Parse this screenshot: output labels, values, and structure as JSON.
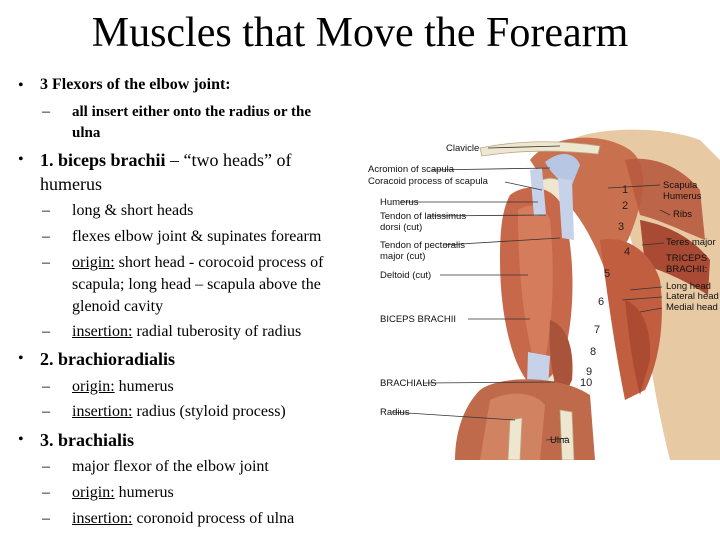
{
  "title": "Muscles that Move the Forearm",
  "bullets": {
    "b1": "3 Flexors of the elbow joint:",
    "b1_sub": [
      "all insert either onto the radius or the",
      "ulna"
    ],
    "b2_bold": "1. biceps brachii",
    "b2_rest_1": " – “two heads” of",
    "b2_rest_2": "humerus",
    "b2_sub1": "long & short heads",
    "b2_sub2": "flexes elbow joint & supinates forearm",
    "b2_sub3_u": "origin:",
    "b2_sub3_rest": " short head - corocoid process of",
    "b2_sub3_l2": "scapula; long head – scapula above the",
    "b2_sub3_l3": "glenoid cavity",
    "b2_sub4_u": "insertion:",
    "b2_sub4_rest": " radial tuberosity of radius",
    "b3": "2. brachioradialis",
    "b3_sub1_u": "origin:",
    "b3_sub1_rest": " humerus",
    "b3_sub2_u": "insertion:",
    "b3_sub2_rest": " radius (styloid process)",
    "b4": "3. brachialis",
    "b4_sub1": "major flexor of the elbow joint",
    "b4_sub2_u": "origin:",
    "b4_sub2_rest": " humerus",
    "b4_sub3_u": "insertion:",
    "b4_sub3_rest": " coronoid process of ulna",
    "bullet_glyph": "•",
    "dash_glyph": "–"
  },
  "figure": {
    "labels_left": {
      "clavicle": "Clavicle",
      "acromion": "Acromion of scapula",
      "coracoid": "Coracoid process of scapula",
      "humerus": "Humerus",
      "latissimus_1": "Tendon of latissimus",
      "latissimus_2": "dorsi (cut)",
      "pectoralis_1": "Tendon of pectoralis",
      "pectoralis_2": "major (cut)",
      "deltoid": "Deltoid (cut)",
      "biceps": "BICEPS BRACHII",
      "brachialis": "BRACHIALIS",
      "radius": "Radius",
      "ulna": "Ulna"
    },
    "labels_right": {
      "scapula_humerus_1": "Scapula",
      "scapula_humerus_2": "Humerus",
      "ribs": "Ribs",
      "teres_major": "Teres major",
      "triceps_1": "TRICEPS",
      "triceps_2": "BRACHII:",
      "long_head": "Long head",
      "lateral_head": "Lateral head",
      "medial_head": "Medial head"
    },
    "numbers": [
      "1",
      "2",
      "3",
      "4",
      "5",
      "6",
      "7",
      "8",
      "9",
      "10"
    ]
  }
}
